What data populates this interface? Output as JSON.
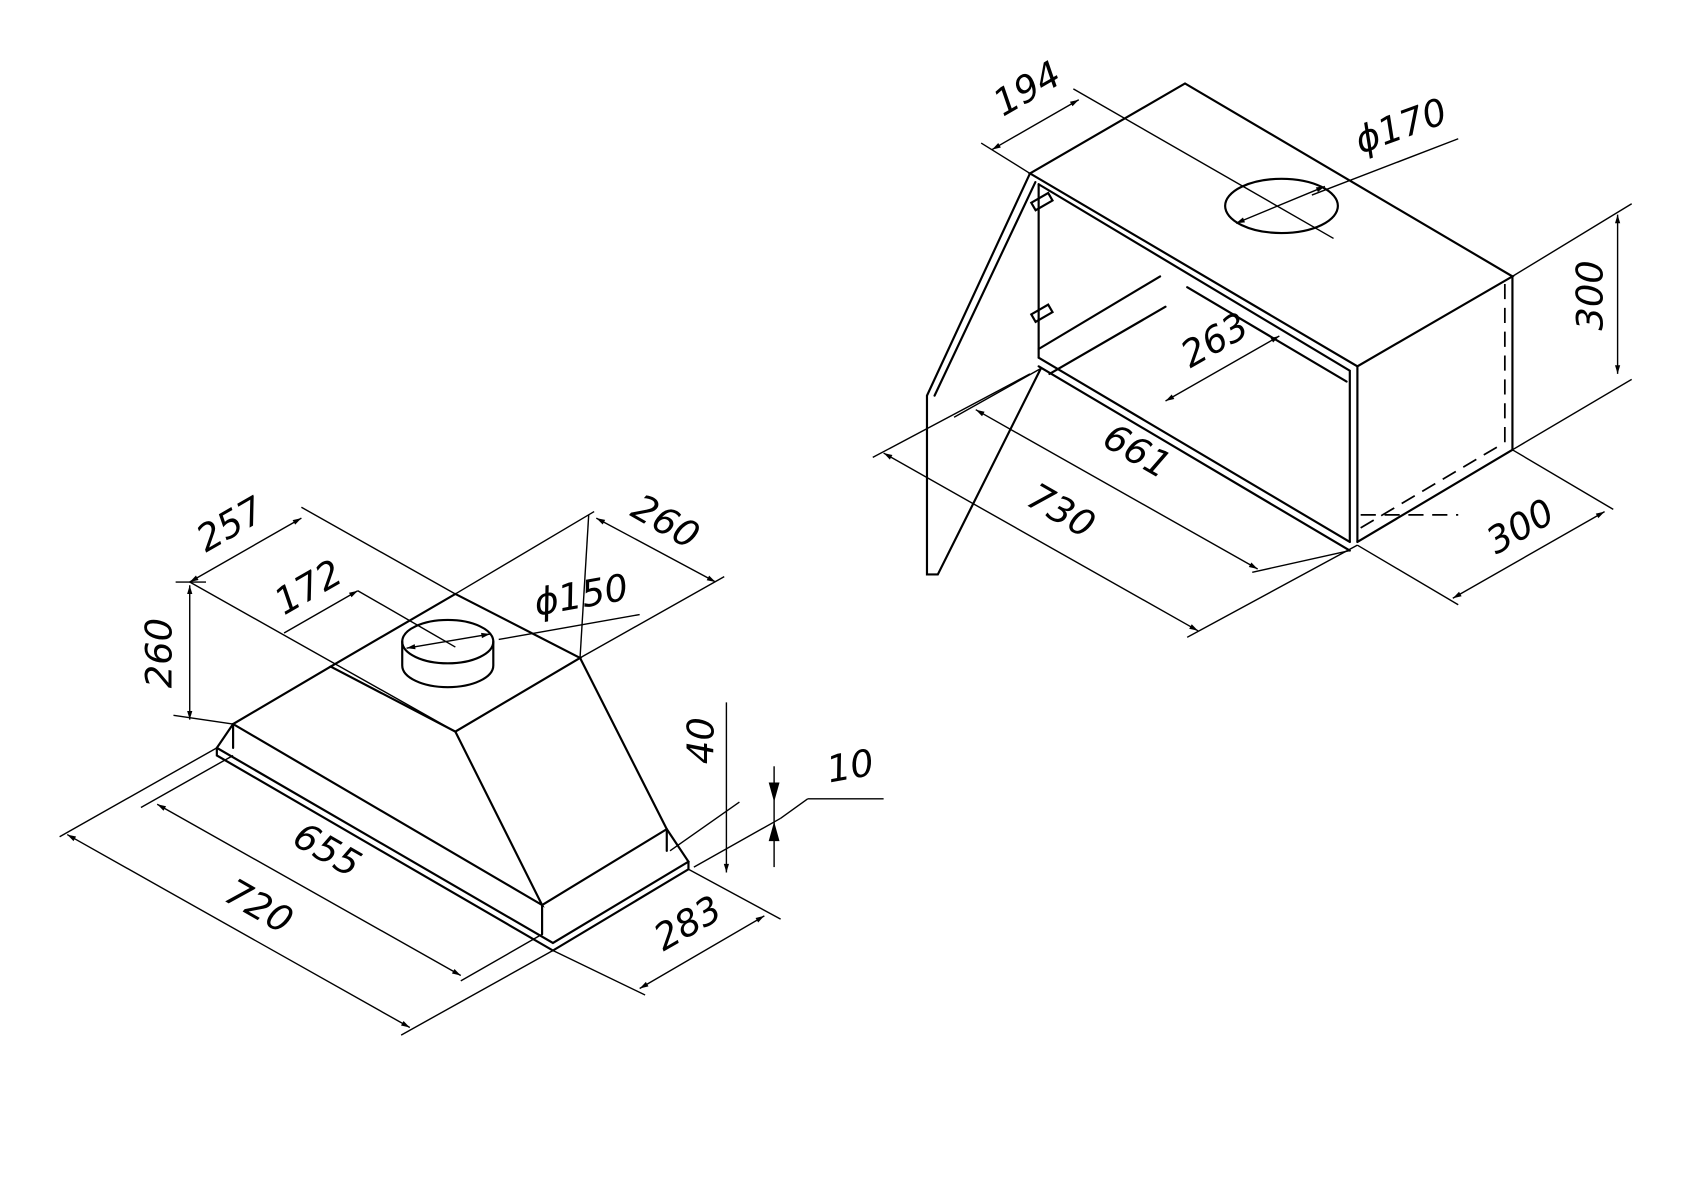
{
  "hood_builtin": {
    "dims": {
      "depth_top": "257",
      "duct_offset": "172",
      "top_width": "260",
      "duct_diameter": "ϕ150",
      "height": "260",
      "lip_height": "40",
      "panel_thickness": "10",
      "inner_width": "655",
      "overall_width": "720",
      "overall_depth": "283"
    }
  },
  "cabinet": {
    "dims": {
      "duct_offset": "194",
      "duct_diameter": "ϕ170",
      "height": "300",
      "inner_depth": "263",
      "inner_width": "661",
      "overall_width": "730",
      "overall_depth": "300"
    }
  }
}
